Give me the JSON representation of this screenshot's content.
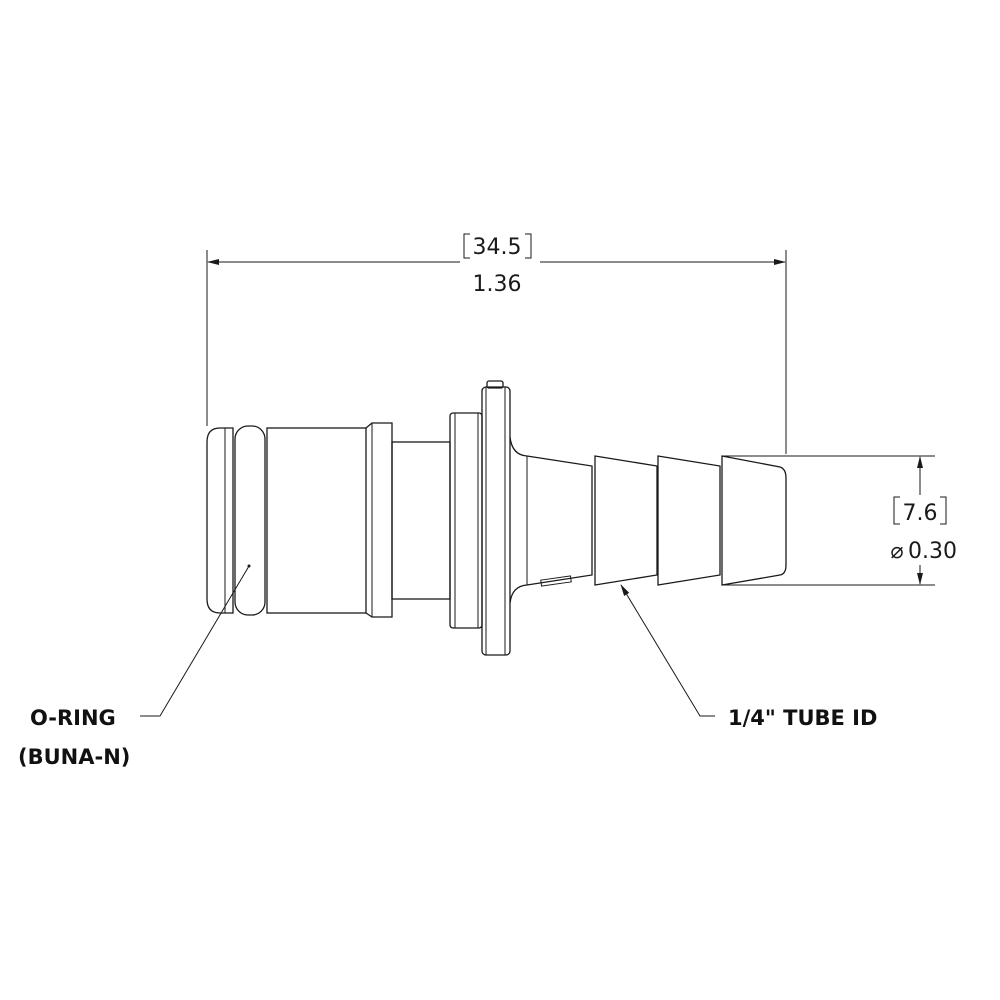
{
  "dimensions": {
    "overall_length": {
      "metric": "34.5",
      "imperial": "1.36"
    },
    "barb_diameter": {
      "metric": "7.6",
      "diameter_symbol": "⌀",
      "imperial": "0.30"
    }
  },
  "callouts": {
    "oring_line1": "O-RING",
    "oring_line2": "(BUNA-N)",
    "tube": "1/4\" TUBE ID"
  },
  "colors": {
    "line": "#1a1a1a",
    "background": "#ffffff"
  }
}
